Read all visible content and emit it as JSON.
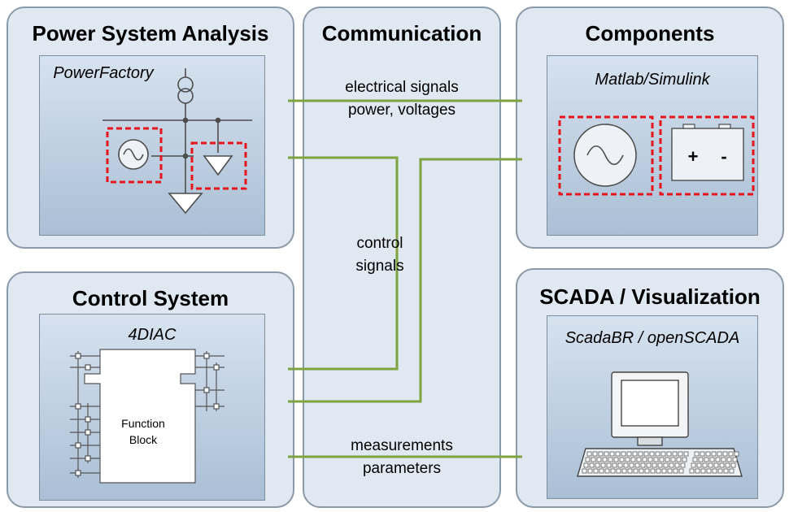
{
  "panels": {
    "power_system": {
      "title": "Power System Analysis",
      "tool": "PowerFactory"
    },
    "communication": {
      "title": "Communication"
    },
    "components": {
      "title": "Components",
      "tool": "Matlab/Simulink",
      "battery_plus": "+",
      "battery_minus": "-"
    },
    "control_system": {
      "title": "Control System",
      "tool": "4DIAC",
      "block_line1": "Function",
      "block_line2": "Block"
    },
    "scada": {
      "title": "SCADA / Visualization",
      "tool": "ScadaBR / openSCADA"
    }
  },
  "signals": {
    "electrical_line1": "electrical signals",
    "electrical_line2": "power, voltages",
    "control_line1": "control",
    "control_line2": "signals",
    "measurements_line1": "measurements",
    "measurements_line2": "parameters"
  },
  "colors": {
    "panel_bg": "#e0e8f1",
    "panel_border": "#8b9aa8",
    "signal_line": "#7fa33f",
    "highlight": "#e8141c"
  }
}
